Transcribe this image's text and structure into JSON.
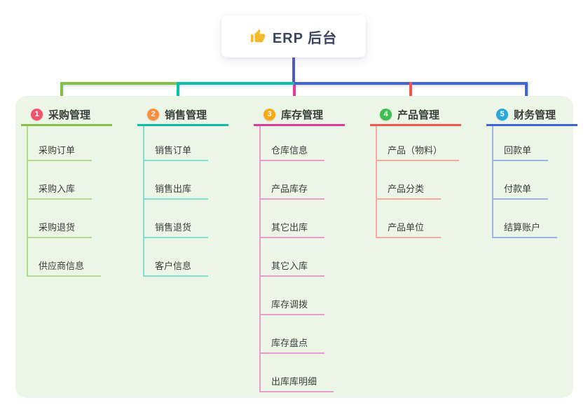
{
  "root": {
    "title": "ERP 后台",
    "icon": "thumbs-up"
  },
  "colors": {
    "trunk": "#5159c6",
    "canvas_bg": "#ffffff",
    "panel_bg": "#ecf6e7",
    "root_text": "#3a445e",
    "node_text": "#3d3d3d",
    "thumb_icon": "#f5b92a"
  },
  "branches": [
    {
      "badge": "1",
      "title": "采购管理",
      "color": "#85c04a",
      "color_light": "#b5d98f",
      "badge_color": "#f3536e",
      "children": [
        "采购订单",
        "采购入库",
        "采购退货",
        "供应商信息"
      ]
    },
    {
      "badge": "2",
      "title": "销售管理",
      "color": "#0cbfab",
      "color_light": "#82ded2",
      "badge_color": "#fb8e3f",
      "children": [
        "销售订单",
        "销售出库",
        "销售退货",
        "客户信息"
      ]
    },
    {
      "badge": "3",
      "title": "库存管理",
      "color": "#dc3d9b",
      "color_light": "#eb9ccd",
      "badge_color": "#f8a912",
      "children": [
        "仓库信息",
        "产品库存",
        "其它出库",
        "其它入库",
        "库存调拨",
        "库存盘点",
        "出库库明细"
      ]
    },
    {
      "badge": "4",
      "title": "产品管理",
      "color": "#f4564f",
      "color_light": "#f9a9a5",
      "badge_color": "#3fbd4e",
      "children": [
        "产品（物料）",
        "产品分类",
        "产品单位"
      ]
    },
    {
      "badge": "5",
      "title": "财务管理",
      "color": "#3e64d8",
      "color_light": "#9cb1e8",
      "badge_color": "#29a8de",
      "children": [
        "回款单",
        "付款单",
        "结算账户"
      ]
    }
  ]
}
